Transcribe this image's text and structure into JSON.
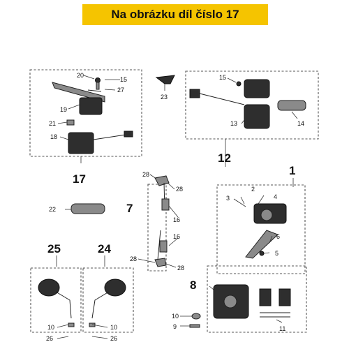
{
  "banner": {
    "text": "Na obrázku díl číslo 17"
  },
  "groups": [
    "17",
    "12",
    "1",
    "7",
    "8",
    "25",
    "24"
  ],
  "callouts": [
    "20",
    "15",
    "27",
    "19",
    "21",
    "18",
    "23",
    "15",
    "13",
    "14",
    "28",
    "28",
    "22",
    "16",
    "16",
    "28",
    "28",
    "2",
    "3",
    "4",
    "6",
    "5",
    "10",
    "9",
    "11",
    "10",
    "26",
    "10",
    "26"
  ]
}
